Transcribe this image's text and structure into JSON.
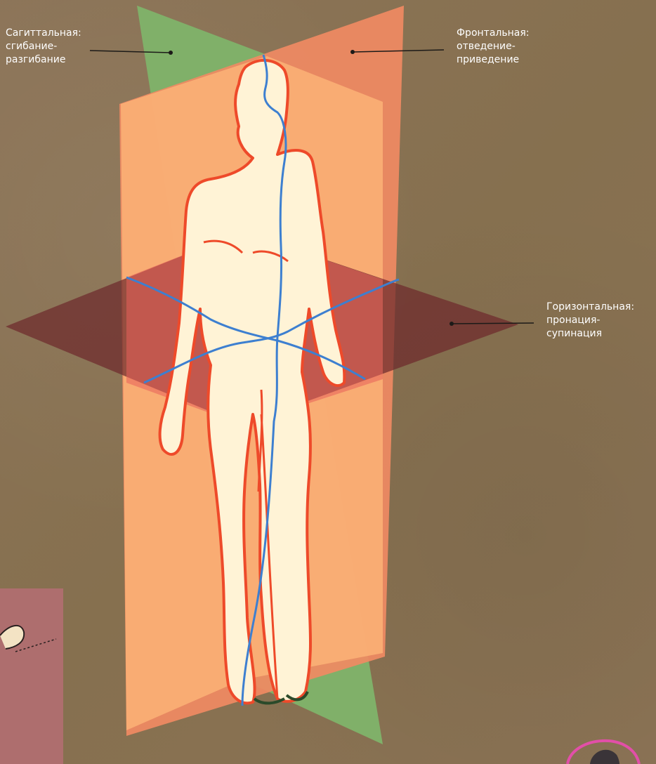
{
  "labels": {
    "sagittal": [
      "Сагиттальная:",
      "сгибание-",
      "разгибание"
    ],
    "frontal": [
      "Фронтальная:",
      "отведение-",
      "приведение"
    ],
    "horizontal": [
      "Горизонтальная:",
      "пронация-",
      "супинация"
    ]
  },
  "colors": {
    "background": "#8a7256",
    "sagittal_plane": "#7fb36a",
    "frontal_plane": "#f08a63",
    "horizontal_plane": "#7a2f2f",
    "body_fill": "#fff4d8",
    "body_outline": "#ee4a2a",
    "axis_line": "#3d7fd0",
    "label_text": "#ffffff"
  }
}
